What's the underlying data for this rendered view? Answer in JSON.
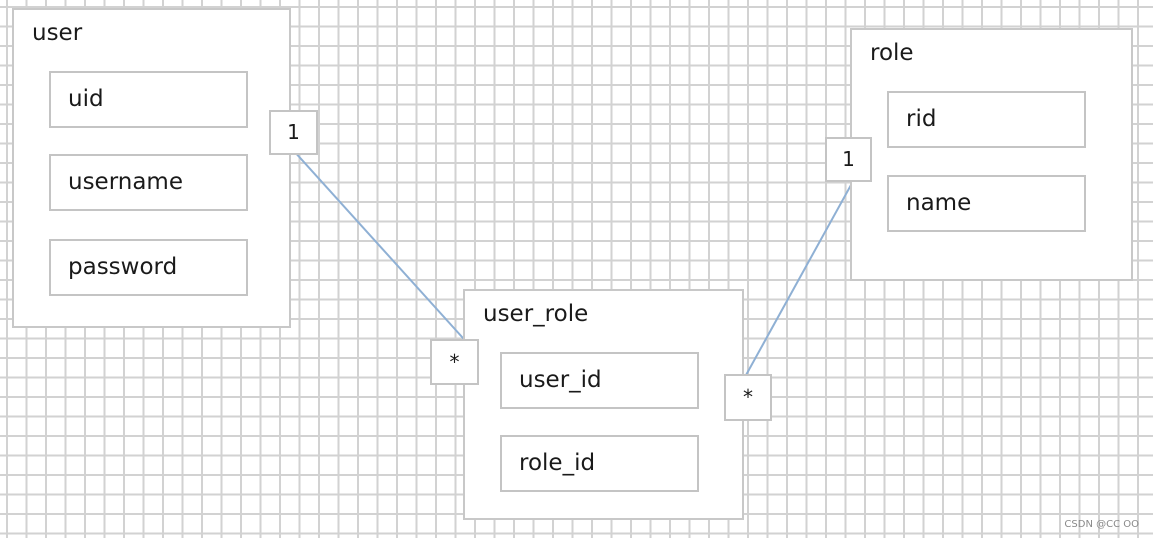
{
  "entities": {
    "user": {
      "title": "user",
      "fields": [
        "uid",
        "username",
        "password"
      ]
    },
    "role": {
      "title": "role",
      "fields": [
        "rid",
        "name"
      ]
    },
    "user_role": {
      "title": "user_role",
      "fields": [
        "user_id",
        "role_id"
      ]
    }
  },
  "multiplicities": {
    "user_side": "1",
    "user_role_from_user": "*",
    "role_side": "1",
    "user_role_from_role": "*"
  },
  "colors": {
    "connector": "#8fb0d4",
    "grid": "#d2d2d2",
    "border": "#c8c8c8"
  },
  "watermark": "CSDN @CC OO"
}
